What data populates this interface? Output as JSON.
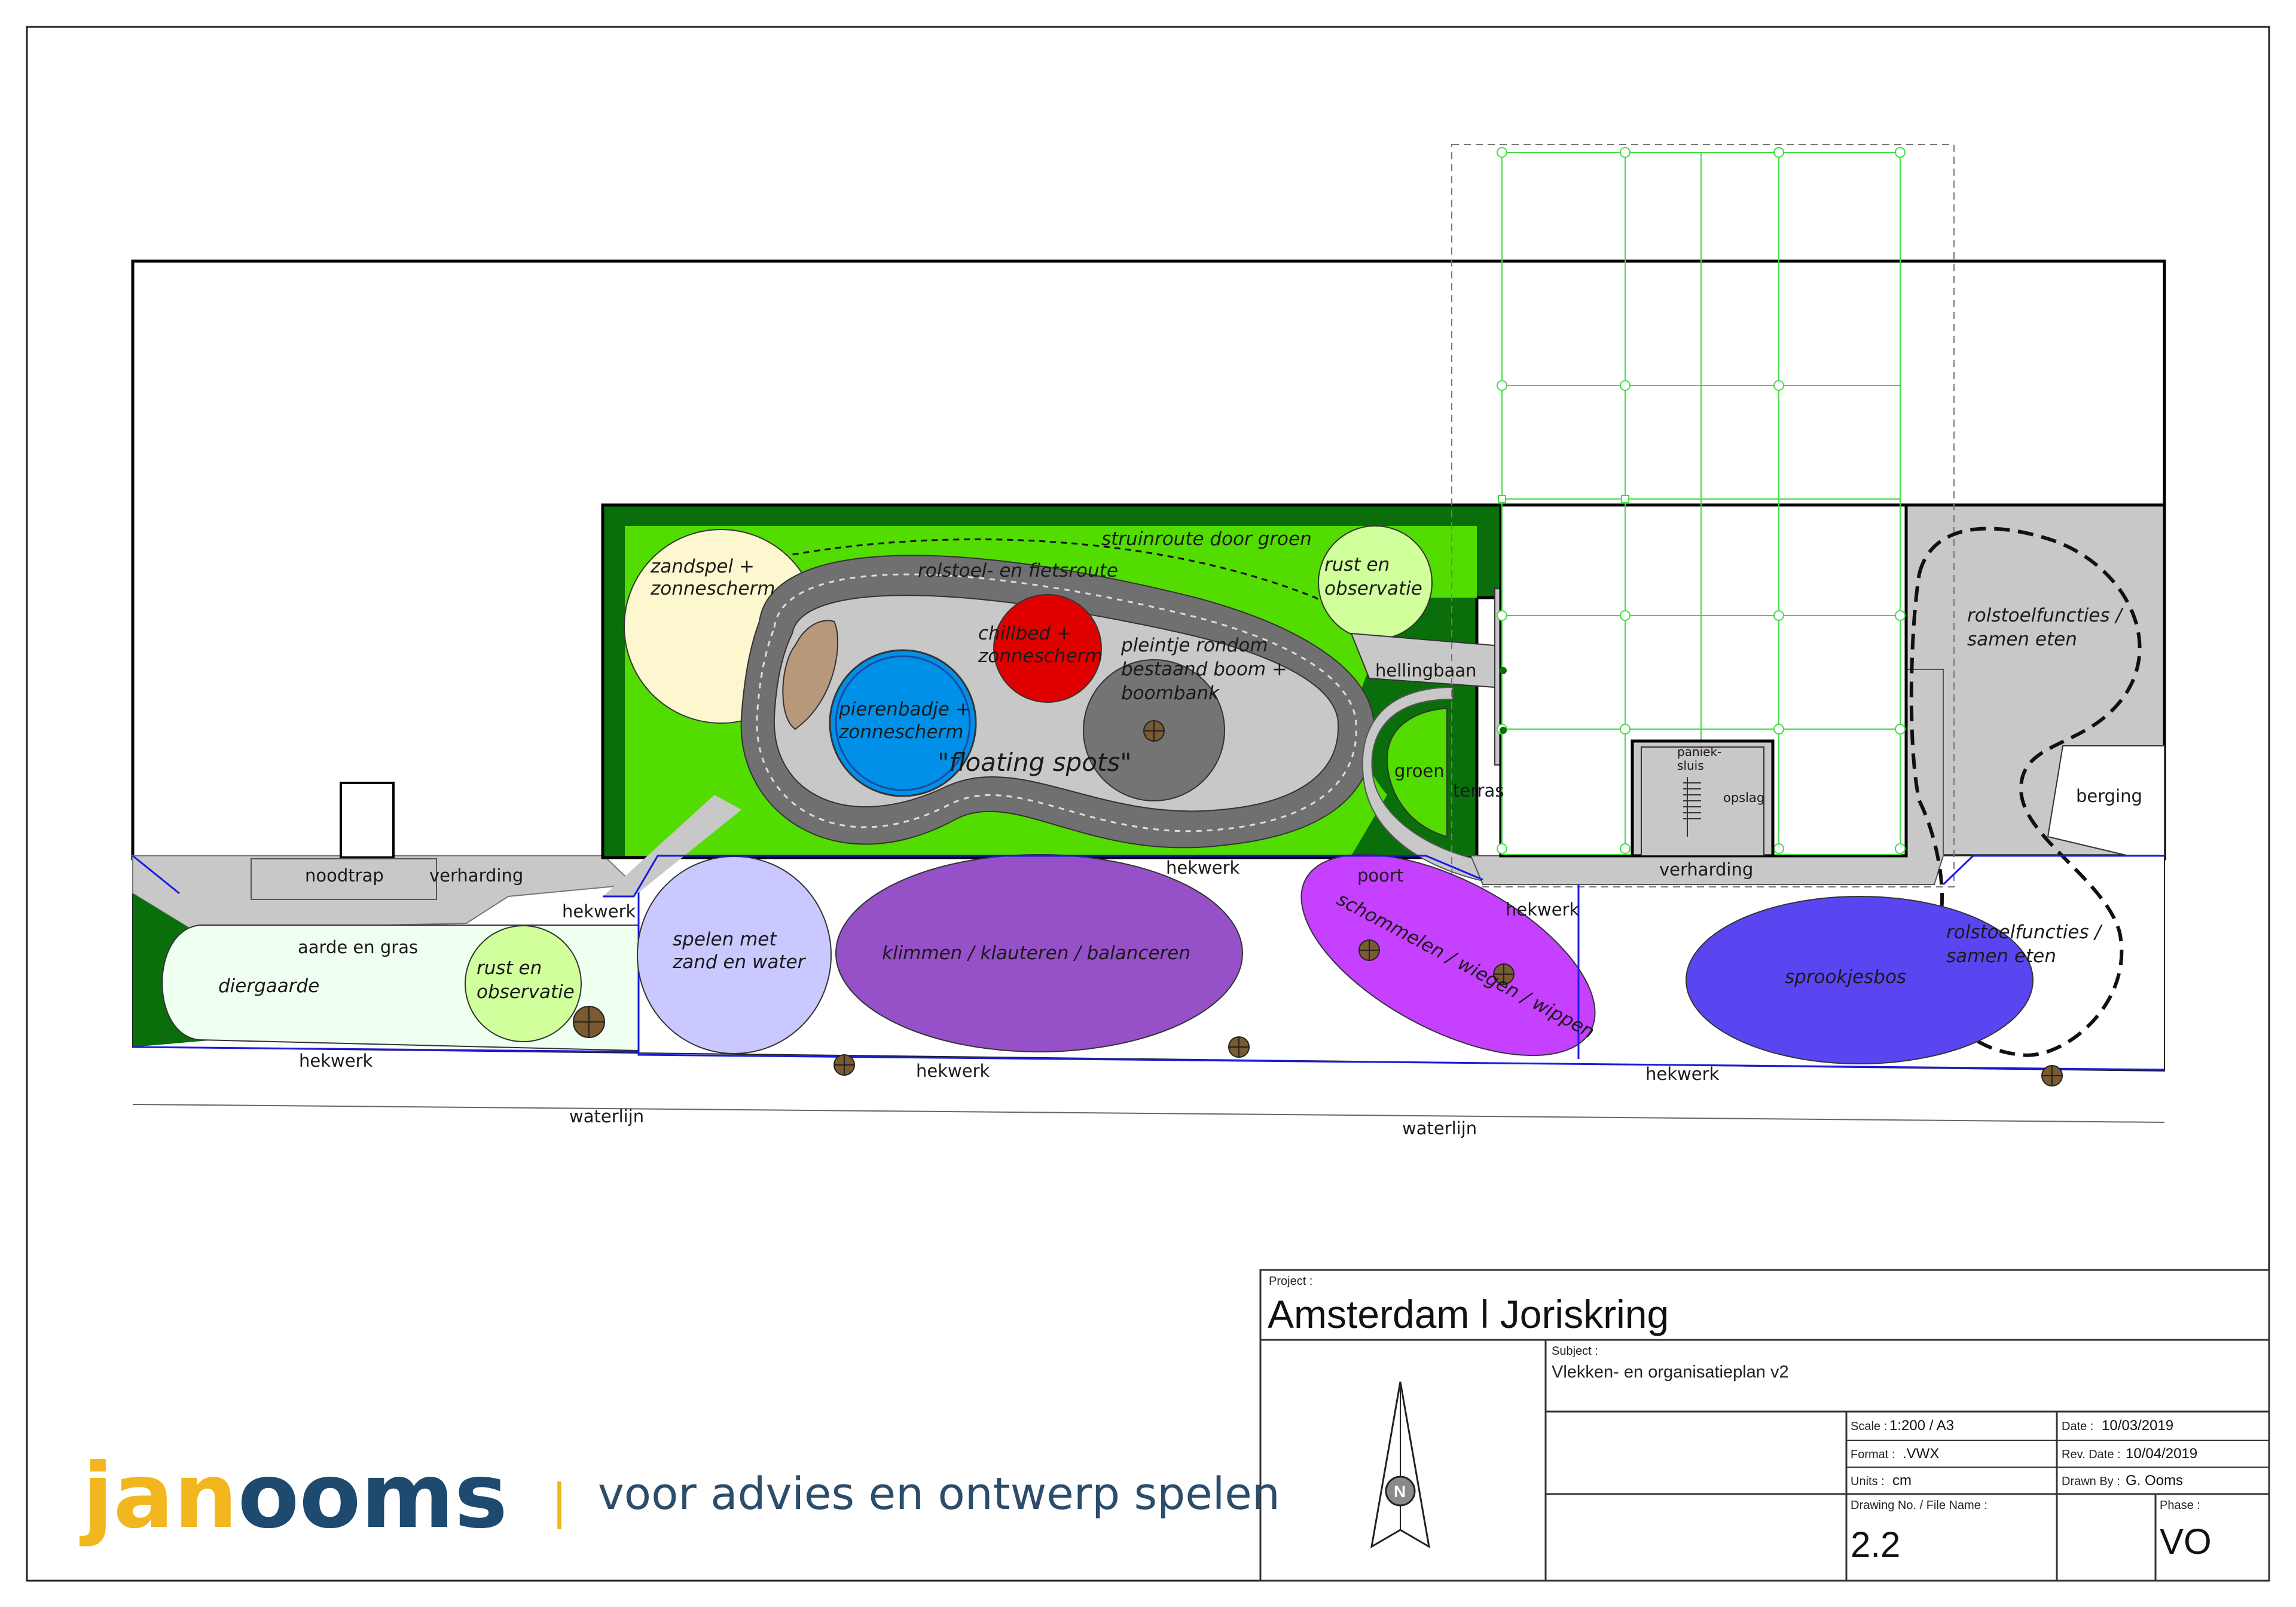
{
  "labels": {
    "noodtrap": "noodtrap",
    "verharding_left": "verharding",
    "hekwerk_top_left": "hekwerk",
    "aarde": "aarde en gras",
    "diergaarde": "diergaarde",
    "rust_left": [
      "rust en",
      "observatie"
    ],
    "hekwerk_bottom_left": "hekwerk",
    "waterlijn_left": "waterlijn",
    "zandspel": [
      "zandspel +",
      "zonnescherm"
    ],
    "struinroute": "struinroute door groen",
    "rolstoel_route": "rolstoel- en fietsroute",
    "rust_top": [
      "rust en",
      "observatie"
    ],
    "chillbed": [
      "chillbed +",
      "zonnescherm"
    ],
    "pleintje": [
      "pleintje rondom",
      "bestaand boom +",
      "boombank"
    ],
    "pierenbadje": [
      "pierenbadje +",
      "zonnescherm"
    ],
    "floating": "\"floating spots\"",
    "hellingbaan": "hellingbaan",
    "groen": "groen",
    "terras": "terras",
    "paniek": [
      "paniek-",
      "sluis"
    ],
    "opslag": "opslag",
    "verharding_right": "verharding",
    "hekwerk_mid_top": "hekwerk",
    "poort": "poort",
    "hekwerk_right_top": "hekwerk",
    "spelen_water": [
      "spelen met",
      "zand en water"
    ],
    "klimmen": "klimmen / klauteren / balanceren",
    "schommelen": "schommelen / wiegen / wippen",
    "sprookjesbos": "sprookjesbos",
    "hekwerk_mid_bottom": "hekwerk",
    "waterlijn_right": "waterlijn",
    "hekwerk_right_bottom": "hekwerk",
    "rolstoel_top": [
      "rolstoelfuncties /",
      "samen eten"
    ],
    "berging": "berging",
    "rolstoel_bottom": [
      "rolstoelfuncties /",
      "samen eten"
    ]
  },
  "title_block": {
    "project_label": "Project :",
    "project": "Amsterdam l Joriskring",
    "subject_label": "Subject :",
    "subject": "Vlekken- en organisatieplan v2",
    "scale_label": "Scale :",
    "scale": "1:200 / A3",
    "date_label": "Date :",
    "date": "10/03/2019",
    "format_label": "Format :",
    "format": ".VWX",
    "rev_label": "Rev. Date :",
    "rev": "10/04/2019",
    "units_label": "Units :",
    "units": "cm",
    "drawn_label": "Drawn By :",
    "drawn": "G. Ooms",
    "drawing_no_label": "Drawing No. / File Name :",
    "drawing_no": "2.2",
    "phase_label": "Phase :",
    "phase": "VO",
    "north": "N"
  },
  "logo": {
    "part1": "jan",
    "part2": "ooms",
    "separator": "|",
    "tagline": "voor advies en ontwerp spelen"
  },
  "colors": {
    "dark_green": "#0a6e0a",
    "bright_green": "#52dc00",
    "pavement": "#c8c8c8",
    "path_dark": "#707070",
    "zandspel": "#fdf7d0",
    "sand_brown": "#b8987a",
    "chillbed": "#e00000",
    "pierenbadje": "#0090e8",
    "pleintje": "#747474",
    "rust": "#d0ff9c",
    "diergaarde": "#effff0",
    "spelen_water": "#c9c9ff",
    "klimmen": "#9650c8",
    "schommelen": "#c640ff",
    "sprookjesbos": "#5a46f0",
    "grid_green": "#44dd44",
    "fence_blue": "#1a1ae0",
    "logo_orange": "#f2b61e",
    "logo_blue": "#1d4a6e"
  }
}
